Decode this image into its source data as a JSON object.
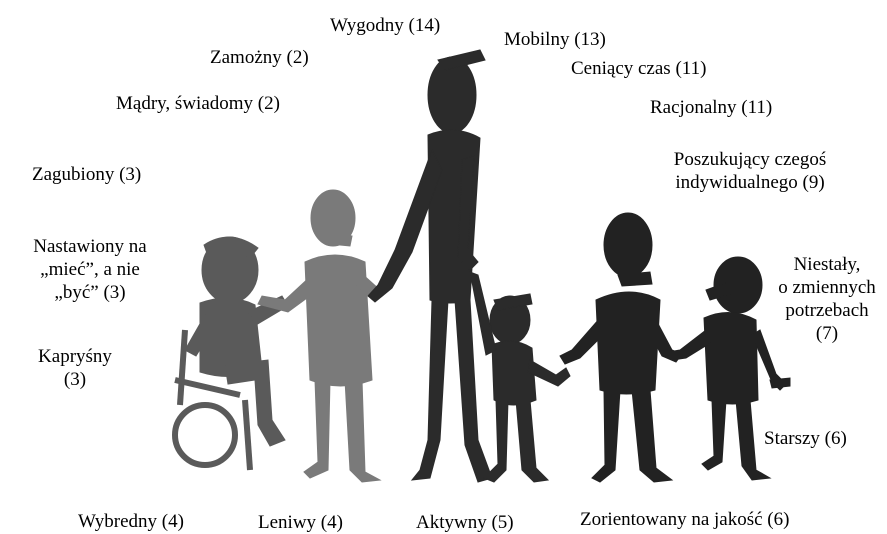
{
  "labels": {
    "wygodny": "Wygodny (14)",
    "mobilny": "Mobilny (13)",
    "zamozny": "Zamożny (2)",
    "ceniacy": "Ceniący czas (11)",
    "madry": "Mądry, świadomy (2)",
    "racjonalny": "Racjonalny (11)",
    "poszukujacy_1": "Poszukujący czegoś",
    "poszukujacy_2": "indywidualnego  (9)",
    "zagubiony": "Zagubiony (3)",
    "nastawiony_1": "Nastawiony na",
    "nastawiony_2": "„mieć”, a nie",
    "nastawiony_3": "„być” (3)",
    "niestaly_1": "Niestały,",
    "niestaly_2": "o zmiennych",
    "niestaly_3": "potrzebach",
    "niestaly_4": "(7)",
    "kaprysny_1": "Kapryśny",
    "kaprysny_2": "(3)",
    "starszy": "Starszy (6)",
    "wybredny": "Wybredny (4)",
    "leniwy": "Leniwy (4)",
    "aktywny": "Aktywny  (5)",
    "zorientowany": "Zorientowany na jakość (6)"
  },
  "colors": {
    "wheelchair_figure": "#5a5a5a",
    "gray_figure": "#7a7a7a",
    "dark_figure": "#2b2b2b",
    "darkest_figure": "#222222"
  }
}
